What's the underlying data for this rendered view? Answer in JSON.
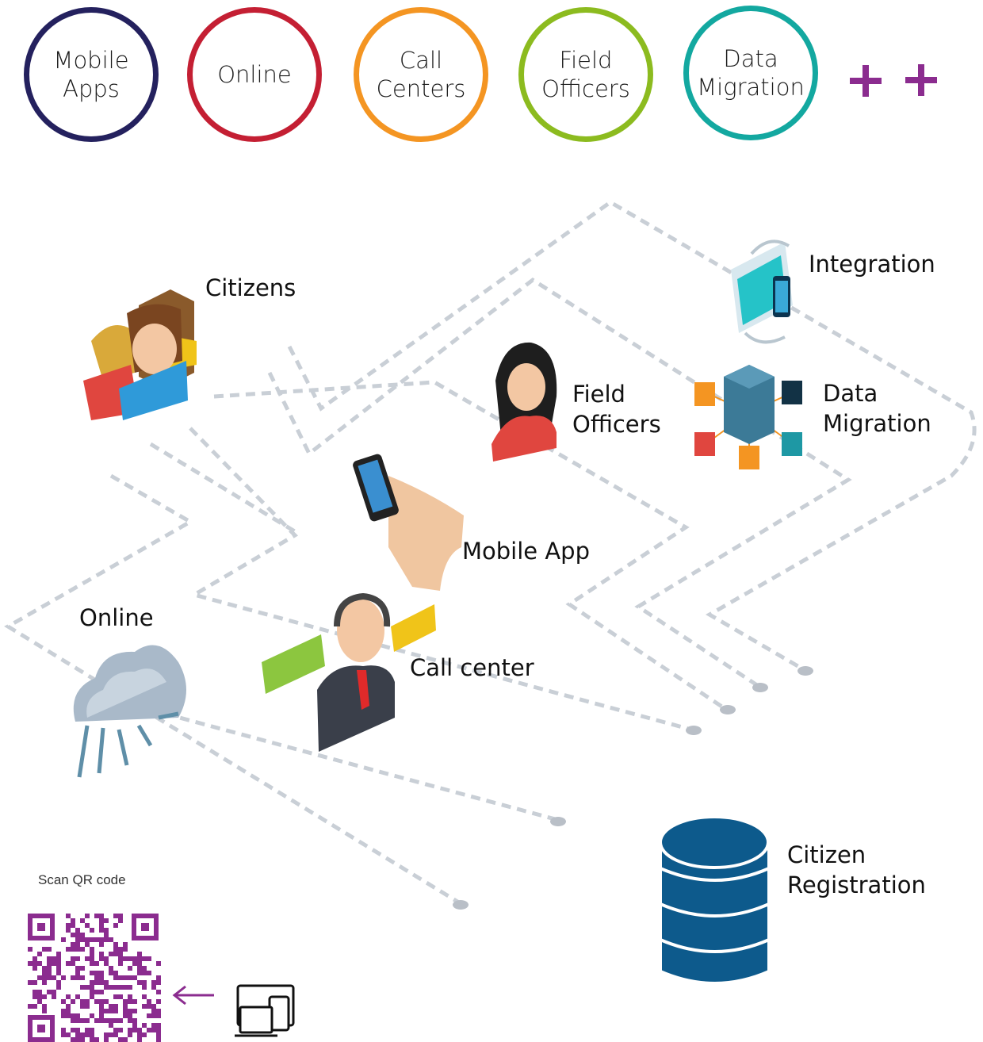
{
  "channels": [
    {
      "label": "Mobile\nApps",
      "color": "#24215e"
    },
    {
      "label": "Online",
      "color": "#c41f33"
    },
    {
      "label": "Call\nCenters",
      "color": "#f49522"
    },
    {
      "label": "Field\nOfficers",
      "color": "#8cbb1f"
    },
    {
      "label": "Data\nMigration",
      "color": "#13a8a0"
    }
  ],
  "plus_color": "#8b2c8f",
  "nodes": {
    "citizens": "Citizens",
    "integration": "Integration",
    "field_officers": "Field\nOfficers",
    "data_migration": "Data\nMigration",
    "mobile_app": "Mobile App",
    "online": "Online",
    "call_center": "Call center",
    "citizen_registration": "Citizen\nRegistration"
  },
  "qr": {
    "caption": "Scan QR code",
    "color": "#8b2c8f"
  },
  "db_color": "#0d5a8c",
  "path_color": "#c9cfd6"
}
